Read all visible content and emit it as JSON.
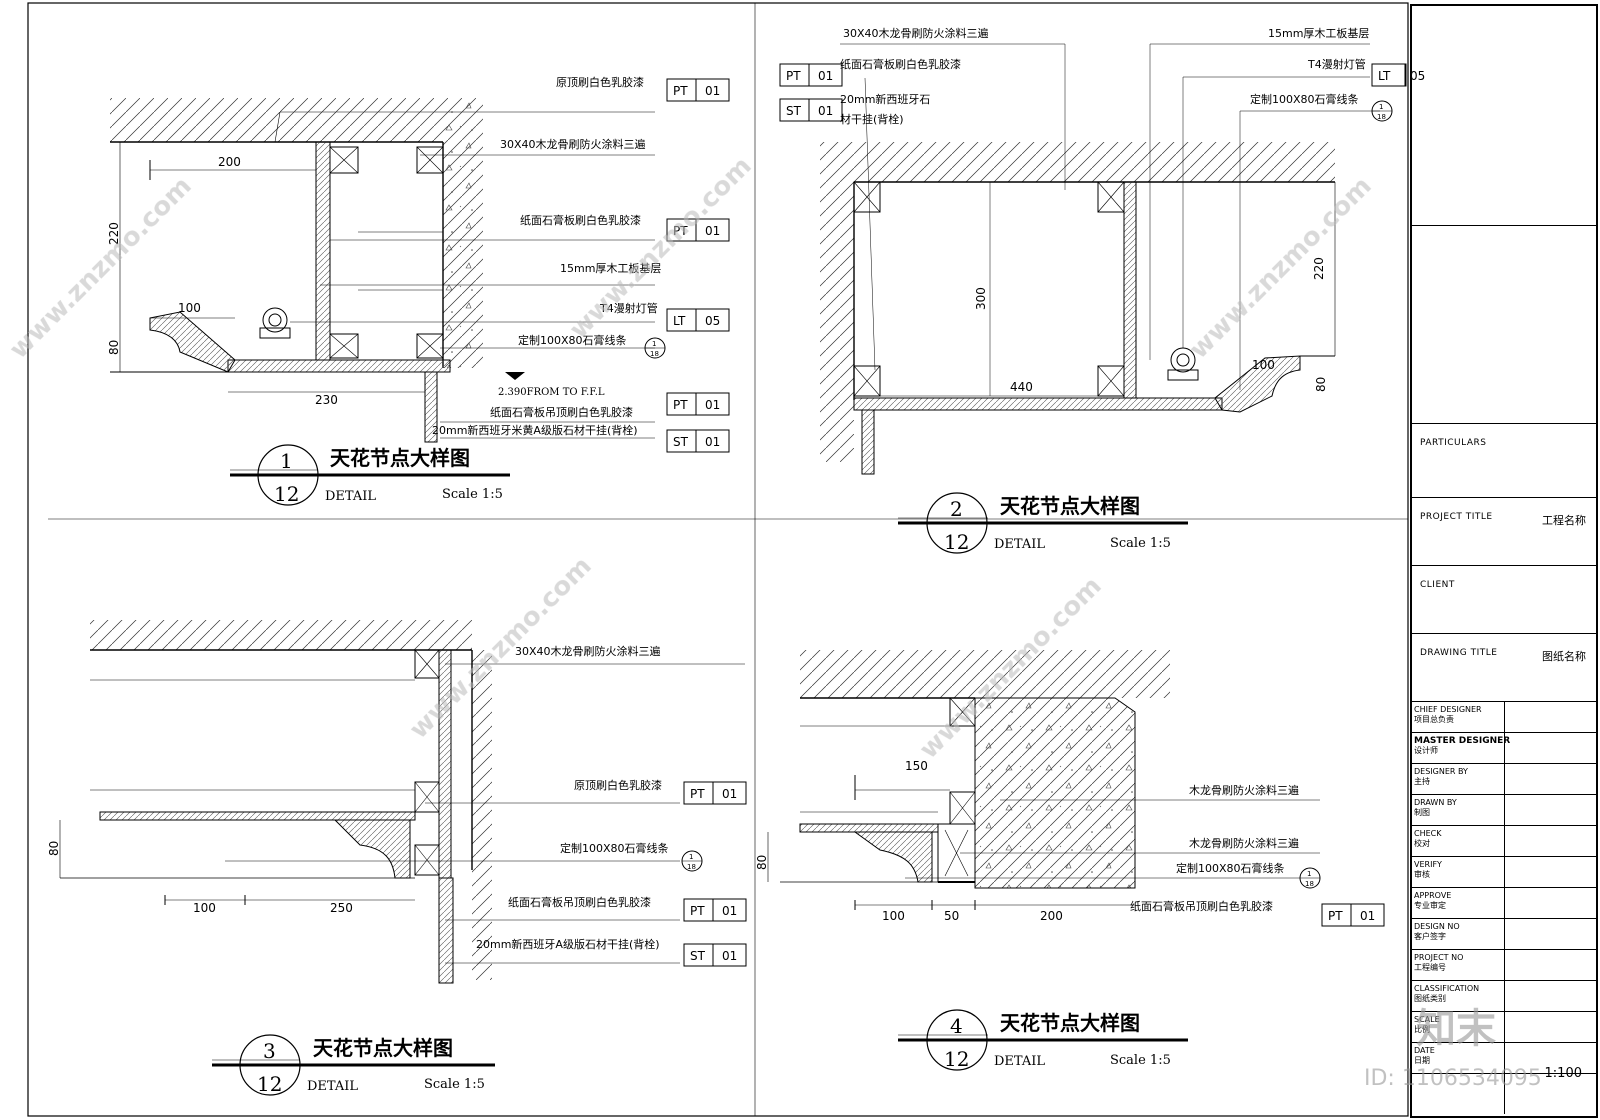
{
  "details": [
    {
      "num": "1",
      "sheet": "12",
      "title": "天花节点大样图",
      "sub": "DETAIL",
      "scale": "Scale 1:5",
      "dims": [
        "200",
        "220",
        "100",
        "80",
        "230"
      ],
      "level": "2.390FROM TO F.F.L",
      "notes": [
        {
          "text": "原顶刷白色乳胶漆",
          "code": "PT",
          "num": "01"
        },
        {
          "text": "30X40木龙骨刷防火涂料三遍"
        },
        {
          "text": "纸面石膏板刷白色乳胶漆",
          "code": "PT",
          "num": "01"
        },
        {
          "text": "15mm厚木工板基层"
        },
        {
          "text": "T4漫射灯管",
          "code": "LT",
          "num": "05"
        },
        {
          "text": "定制100X80石膏线条",
          "ref": [
            "1",
            "18"
          ]
        },
        {
          "text": "纸面石膏板吊顶刷白色乳胶漆",
          "code": "PT",
          "num": "01"
        },
        {
          "text": "20mm新西班牙米黄A级版石材干挂(背栓)",
          "code": "ST",
          "num": "01"
        }
      ]
    },
    {
      "num": "2",
      "sheet": "12",
      "title": "天花节点大样图",
      "sub": "DETAIL",
      "scale": "Scale 1:5",
      "dims": [
        "300",
        "440",
        "220",
        "100",
        "80"
      ],
      "notes": [
        {
          "text": "30X40木龙骨刷防火涂料三遍"
        },
        {
          "text": "纸面石膏板刷白色乳胶漆",
          "code": "PT",
          "num": "01"
        },
        {
          "text": "20mm新西班牙石",
          "code": "ST",
          "num": "01"
        },
        {
          "text": "材干挂(背栓)"
        },
        {
          "text": "15mm厚木工板基层"
        },
        {
          "text": "T4漫射灯管",
          "code": "LT",
          "num": "05"
        },
        {
          "text": "定制100X80石膏线条",
          "ref": [
            "1",
            "18"
          ]
        }
      ]
    },
    {
      "num": "3",
      "sheet": "12",
      "title": "天花节点大样图",
      "sub": "DETAIL",
      "scale": "Scale 1:5",
      "dims": [
        "80",
        "100",
        "250"
      ],
      "notes": [
        {
          "text": "30X40木龙骨刷防火涂料三遍"
        },
        {
          "text": "原顶刷白色乳胶漆",
          "code": "PT",
          "num": "01"
        },
        {
          "text": "定制100X80石膏线条",
          "ref": [
            "1",
            "18"
          ]
        },
        {
          "text": "纸面石膏板吊顶刷白色乳胶漆",
          "code": "PT",
          "num": "01"
        },
        {
          "text": "20mm新西班牙A级版石材干挂(背栓)",
          "code": "ST",
          "num": "01"
        }
      ]
    },
    {
      "num": "4",
      "sheet": "12",
      "title": "天花节点大样图",
      "sub": "DETAIL",
      "scale": "Scale 1:5",
      "dims": [
        "150",
        "80",
        "100",
        "50",
        "200"
      ],
      "notes": [
        {
          "text": "木龙骨刷防火涂料三遍"
        },
        {
          "text": "木龙骨刷防火涂料三遍"
        },
        {
          "text": "定制100X80石膏线条",
          "ref": [
            "1",
            "18"
          ]
        },
        {
          "text": "纸面石膏板吊顶刷白色乳胶漆",
          "code": "PT",
          "num": "01"
        }
      ]
    }
  ],
  "titleblock": {
    "particulars": "PARTICULARS",
    "project_title": "PROJECT TITLE",
    "project_title_value": "工程名称",
    "client": "CLIENT",
    "drawing_title": "DRAWING TITLE",
    "drawing_title_value": "图纸名称",
    "roles": [
      {
        "en": "CHIEF DESIGNER",
        "cn": "项目总负责"
      },
      {
        "en": "MASTER DESIGNER",
        "cn": "设计师"
      },
      {
        "en": "DESIGNER BY",
        "cn": "主持"
      },
      {
        "en": "DRAWN BY",
        "cn": "制图"
      },
      {
        "en": "CHECK",
        "cn": "校对"
      },
      {
        "en": "VERIFY",
        "cn": "审核"
      },
      {
        "en": "APPROVE",
        "cn": "专业审定"
      },
      {
        "en": "DESIGN NO",
        "cn": "客户签字"
      },
      {
        "en": "PROJECT NO",
        "cn": "工程编号"
      },
      {
        "en": "CLASSIFICATION",
        "cn": "图纸类别"
      },
      {
        "en": "SCALE",
        "cn": "比例"
      },
      {
        "en": "DATE",
        "cn": "日期"
      }
    ],
    "scale_value": "1:100"
  },
  "watermark": {
    "site": "www.znzmo.com",
    "brand": "知末",
    "id": "ID: 1106534095"
  }
}
